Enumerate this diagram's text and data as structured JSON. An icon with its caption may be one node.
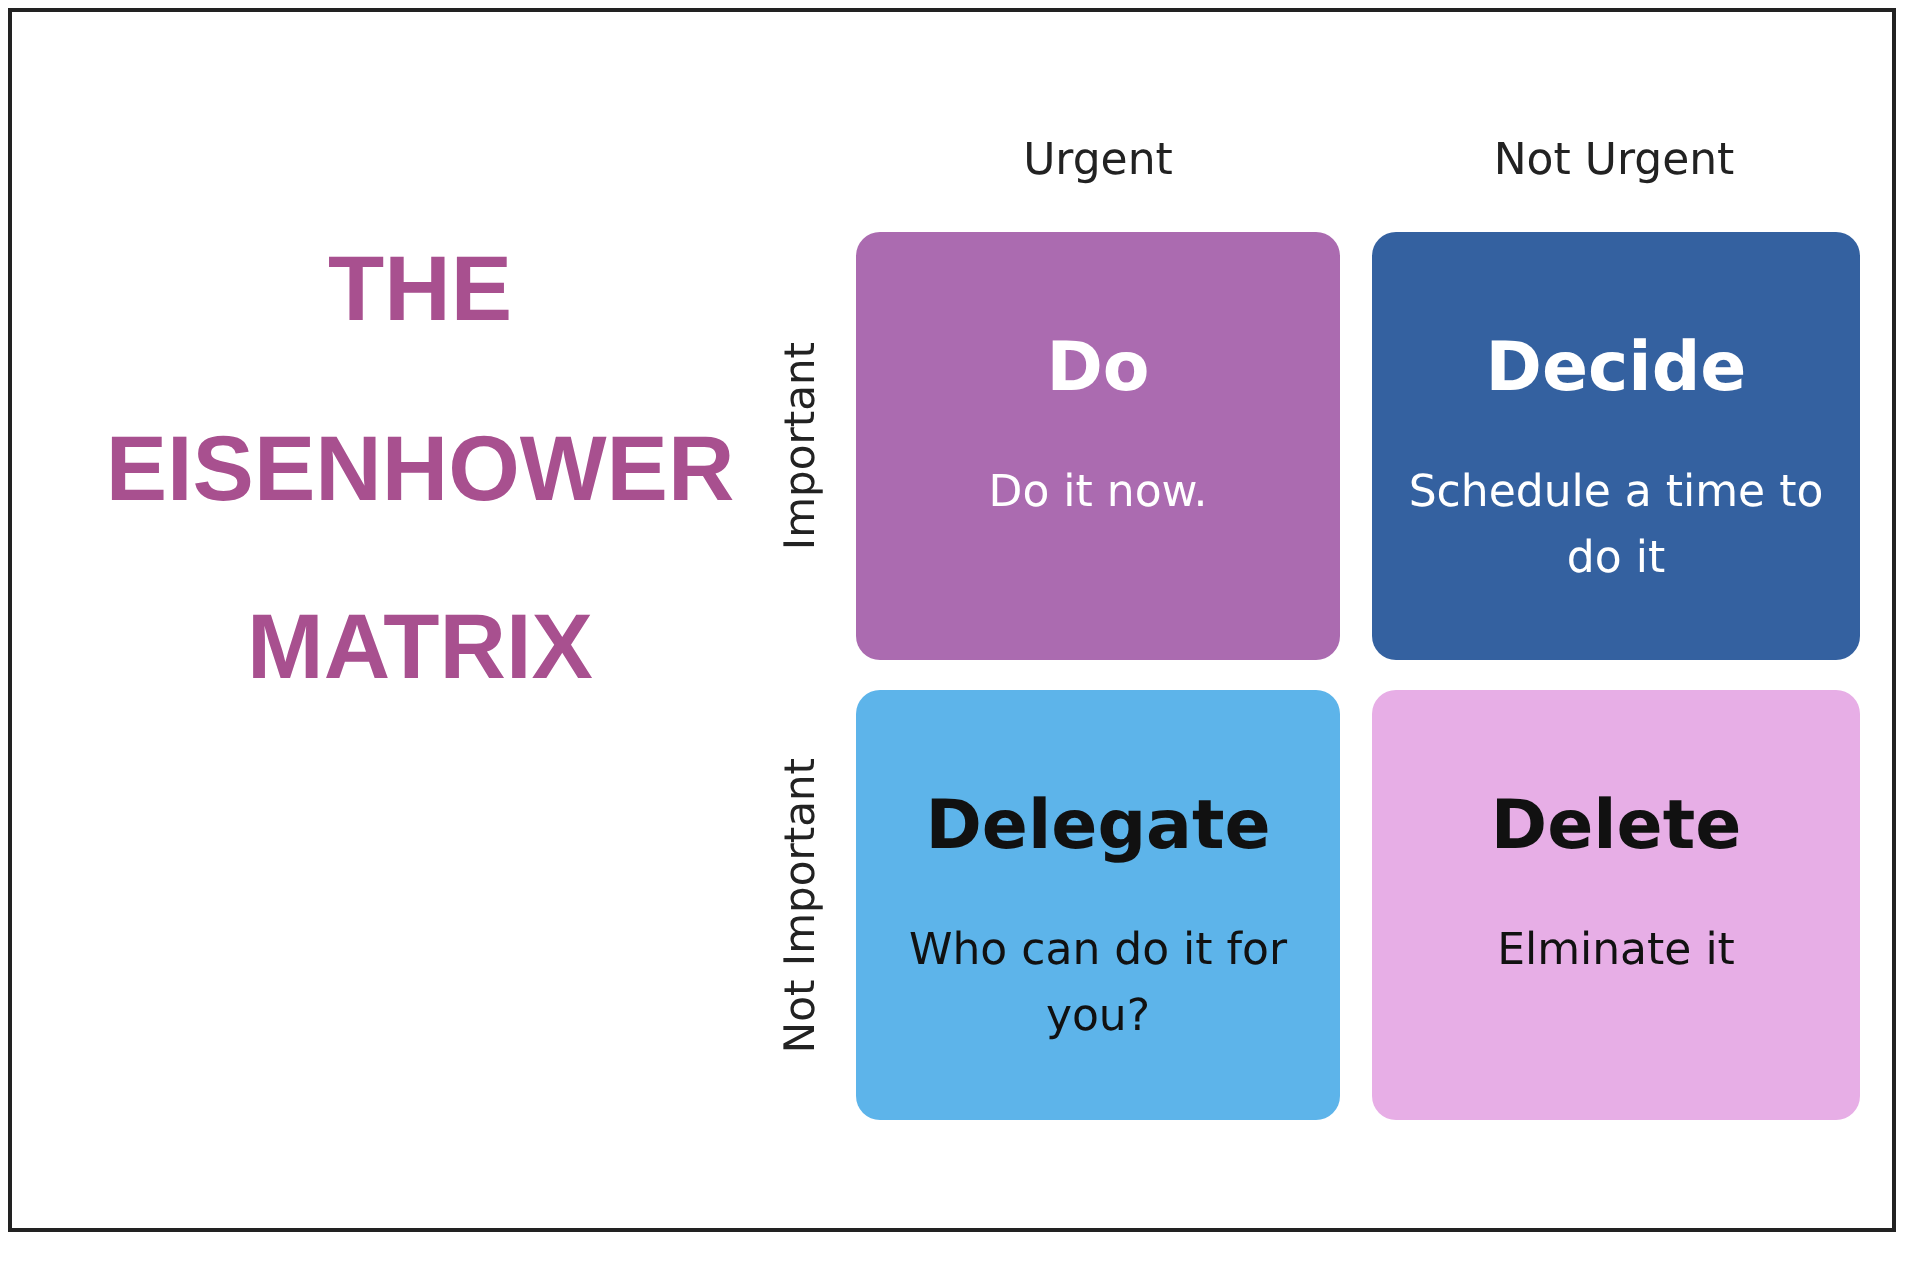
{
  "diagram": {
    "title": "THE EISENHOWER MATRIX",
    "nodes": [
      {
        "text": [
          "Do",
          "Do it now."
        ]
      },
      {
        "text": [
          "Decide",
          "Schedule a time to do it"
        ]
      },
      {
        "text": [
          "Delegate",
          "Who can do it for you?"
        ]
      },
      {
        "text": [
          "Delete",
          "Elminate it"
        ]
      }
    ],
    "labels": [
      "Urgent",
      "Not Urgent",
      "Important",
      "Not Important"
    ]
  }
}
